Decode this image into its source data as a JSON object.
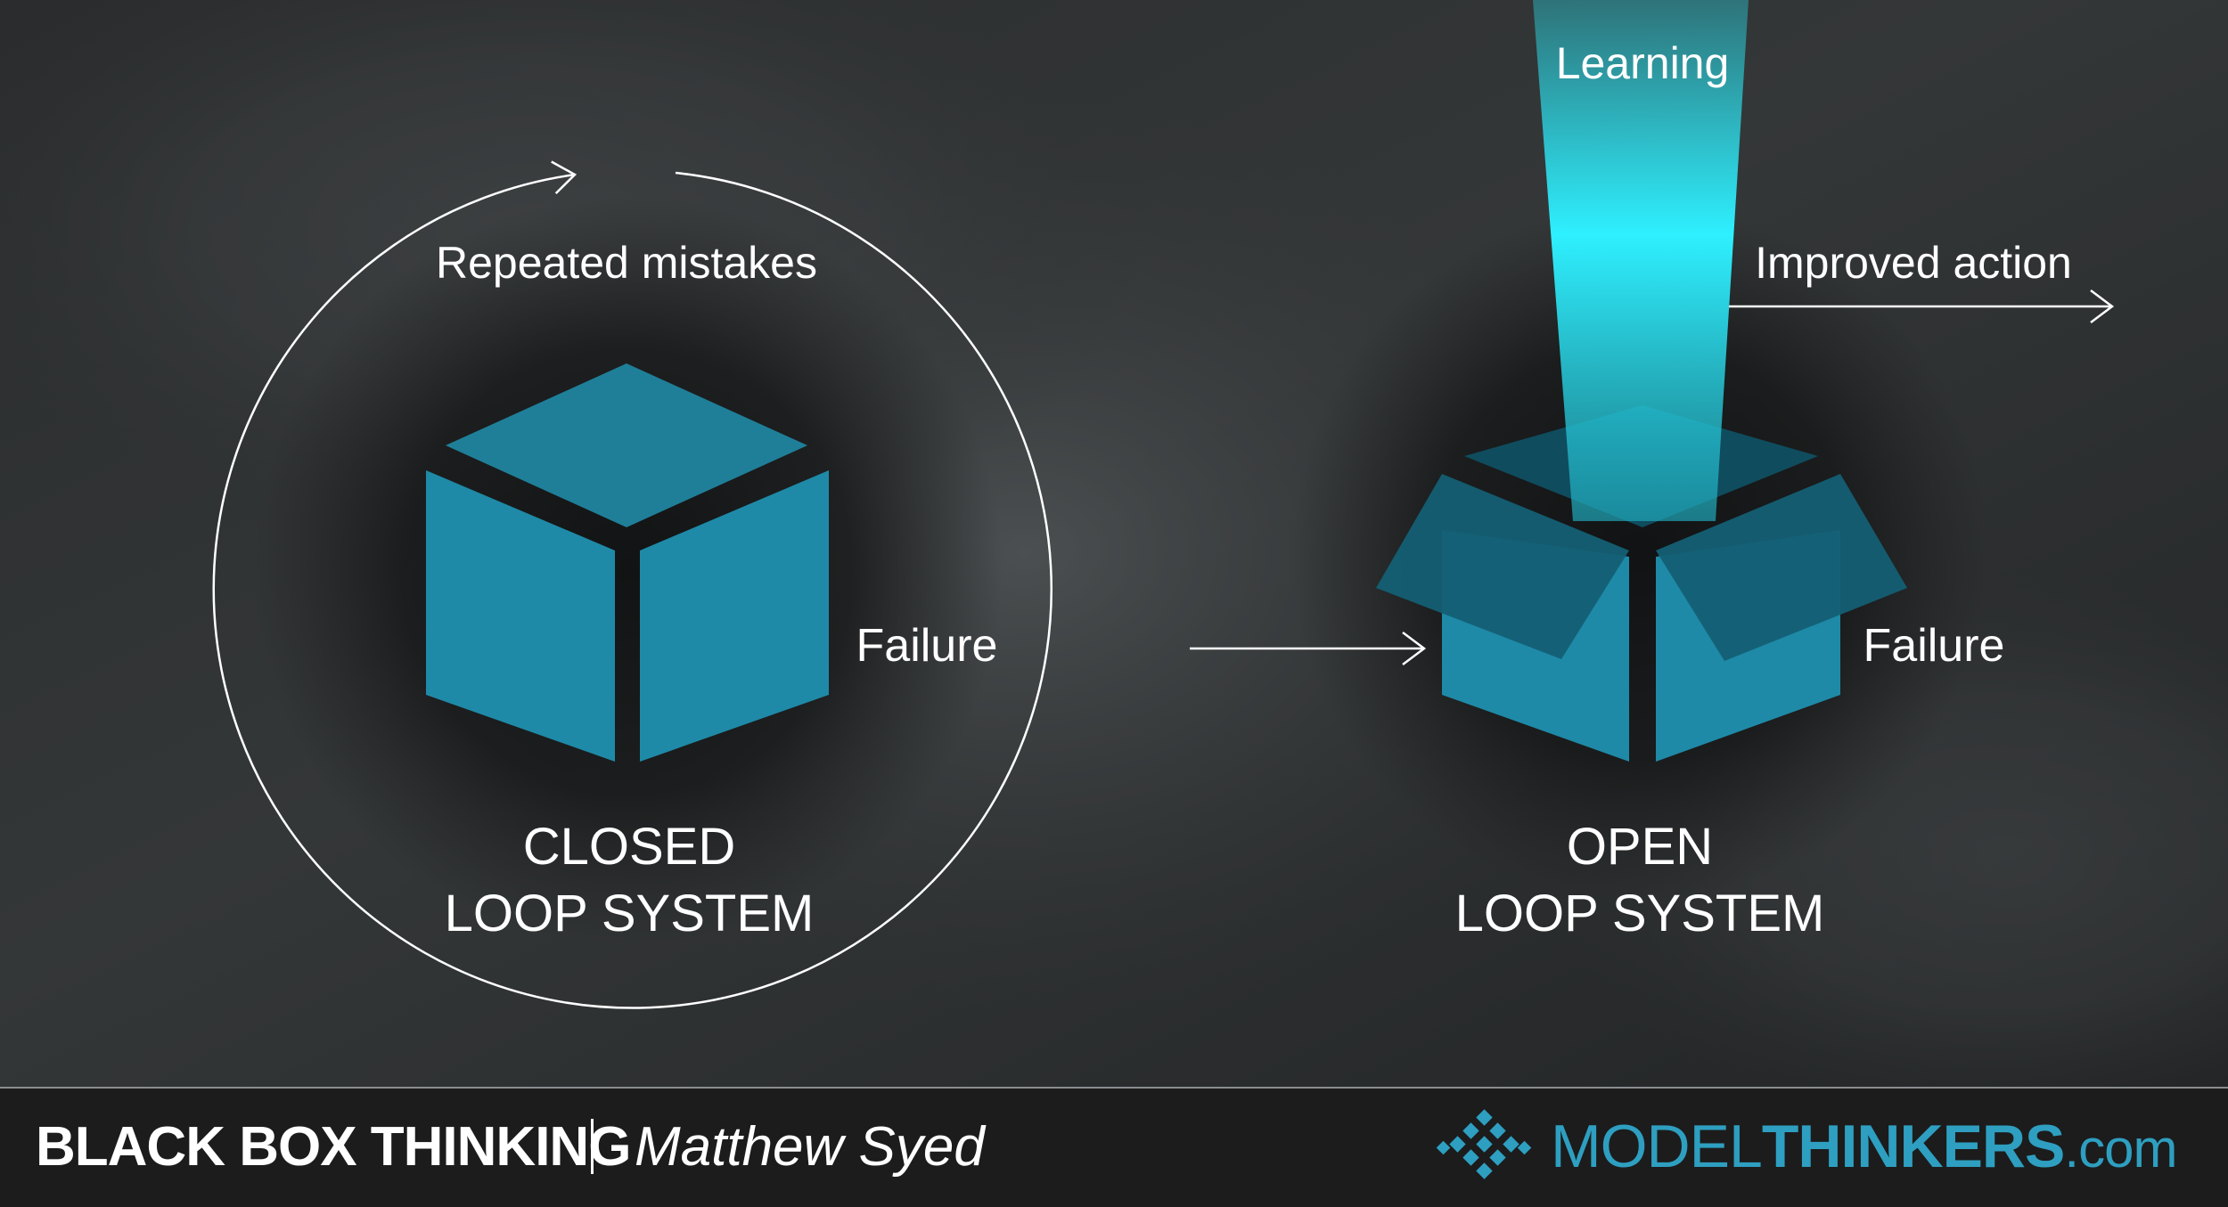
{
  "diagram": {
    "closed": {
      "cycle_label": "Repeated mistakes",
      "failure_label": "Failure",
      "title_line1": "CLOSED",
      "title_line2": "LOOP SYSTEM"
    },
    "open": {
      "beam_label": "Learning",
      "output_label": "Improved action",
      "failure_label": "Failure",
      "title_line1": "OPEN",
      "title_line2": "LOOP SYSTEM"
    }
  },
  "footer": {
    "title": "BLACK BOX THINKING",
    "separator": "|",
    "author": "Matthew Syed",
    "logo": {
      "part1": "MODEL",
      "part2": "THINKERS",
      "part3": ".com"
    }
  },
  "colors": {
    "cube_face": "#1e8aa7",
    "cube_top": "#1f7f99",
    "beam": "#27e6f5",
    "text": "#ffffff",
    "line": "#ffffff",
    "brand": "#2e9fc0"
  }
}
